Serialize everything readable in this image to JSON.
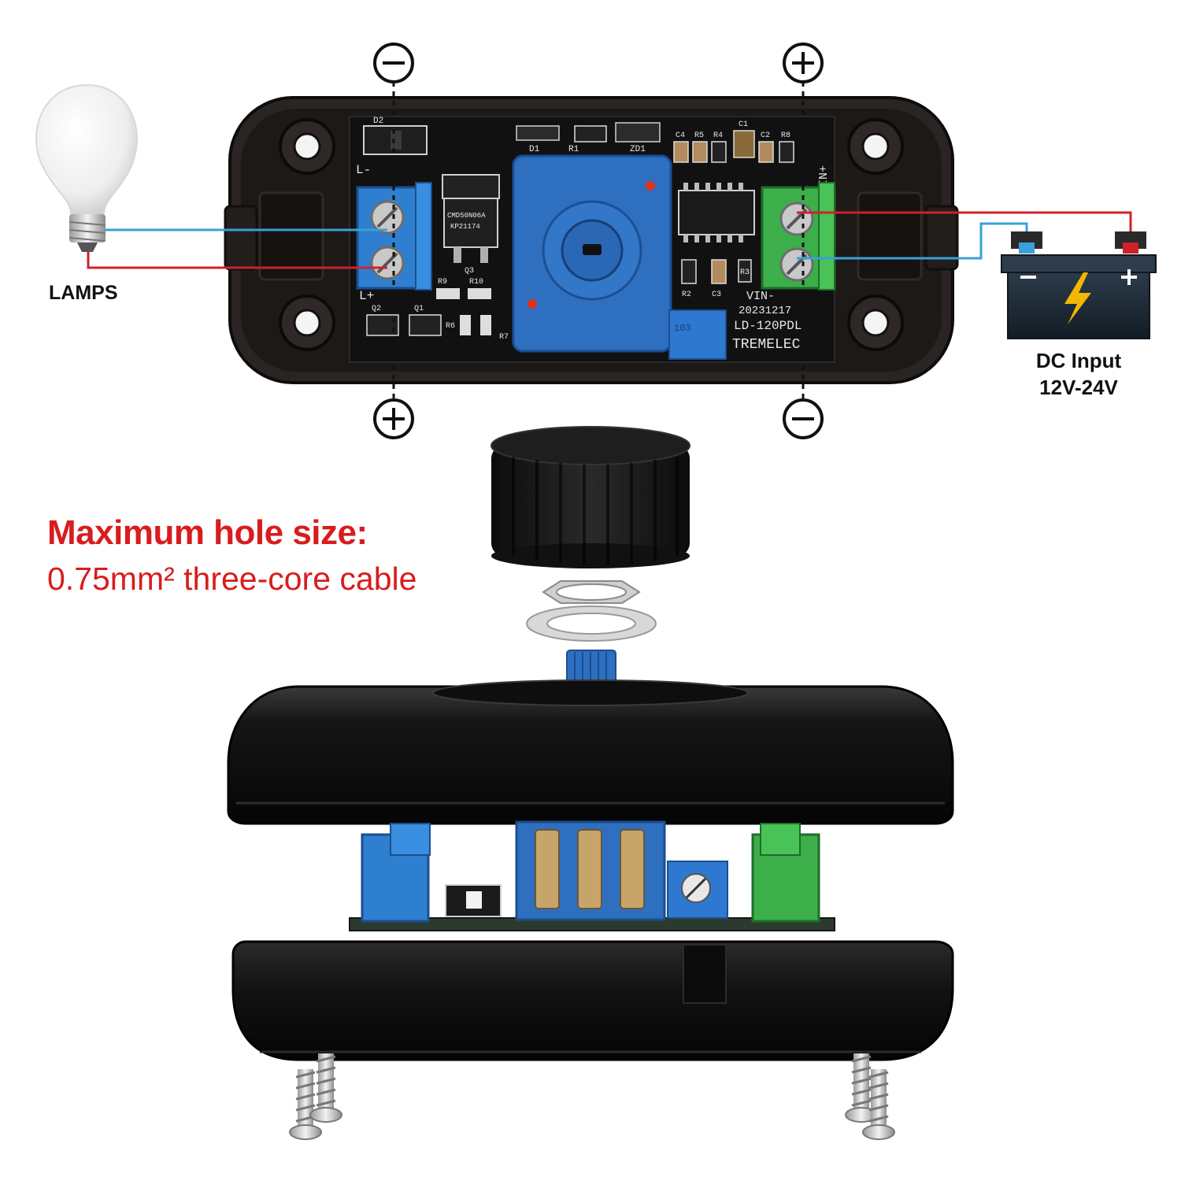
{
  "labels": {
    "lamps": "LAMPS",
    "dc_input_title": "DC Input",
    "dc_input_voltage": "12V-24V",
    "hole_heading": "Maximum hole size:",
    "hole_description": "0.75mm² three-core cable"
  },
  "board": {
    "brand": "TREMELEC",
    "model": "LD-120PDL",
    "date_code": "20231217",
    "vin_plus": "VIN+",
    "vin_minus": "VIN-",
    "l_minus": "L-",
    "l_plus": "L+",
    "mosfet_marking": "CMD50N06A",
    "mosfet_lot": "KP21174",
    "trimmer_marking": "103",
    "refs": [
      "D2",
      "D1",
      "R1",
      "ZD1",
      "R5",
      "R4",
      "C1",
      "C2",
      "R8",
      "C4",
      "Q3",
      "R9",
      "R10",
      "R2",
      "C3",
      "R3",
      "Q2",
      "Q1",
      "R6",
      "R7"
    ]
  },
  "polarity": {
    "left_top": "minus",
    "left_bottom": "plus",
    "right_top": "plus",
    "right_bottom": "minus"
  },
  "colors": {
    "label_red": "#d91c1c",
    "wire_red": "#d0202a",
    "wire_blue": "#3aa0d8",
    "terminal_blue": "#2f7fd0",
    "terminal_green": "#3cae4a",
    "potentiometer_blue": "#2e6fc0",
    "housing_black": "#1a1a1a",
    "pcb_black": "#151515",
    "battery_body": "#1e2a36",
    "bolt_yellow": "#f2b705"
  },
  "icons": [
    "light-bulb-icon",
    "battery-icon",
    "minus-circle-icon",
    "plus-circle-icon",
    "lightning-bolt-icon"
  ]
}
